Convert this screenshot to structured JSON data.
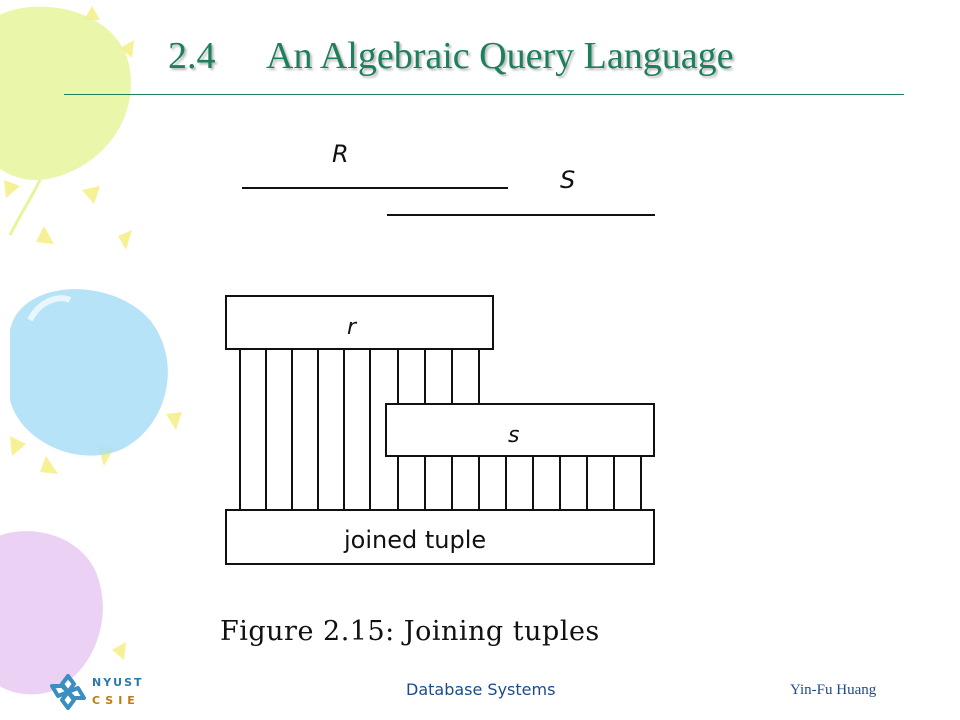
{
  "slide": {
    "section_number": "2.4",
    "title": "An Algebraic Query Language"
  },
  "figure": {
    "relation_r_label": "R",
    "relation_s_label": "S",
    "tuple_r_label": "r",
    "tuple_s_label": "s",
    "joined_label": "joined tuple",
    "caption": "Figure 2.15: Joining tuples"
  },
  "footer": {
    "course": "Database Systems",
    "author": "Yin-Fu Huang",
    "logo_line1": "NYUST",
    "logo_line2": "CSIE"
  },
  "colors": {
    "title": "#1e7f5c",
    "footer_text": "#1a4b8c",
    "balloon_green": "#e6f59a",
    "balloon_blue": "#a9def7",
    "balloon_purple": "#e7c9f2",
    "ray_yellow": "#f6f08a"
  }
}
